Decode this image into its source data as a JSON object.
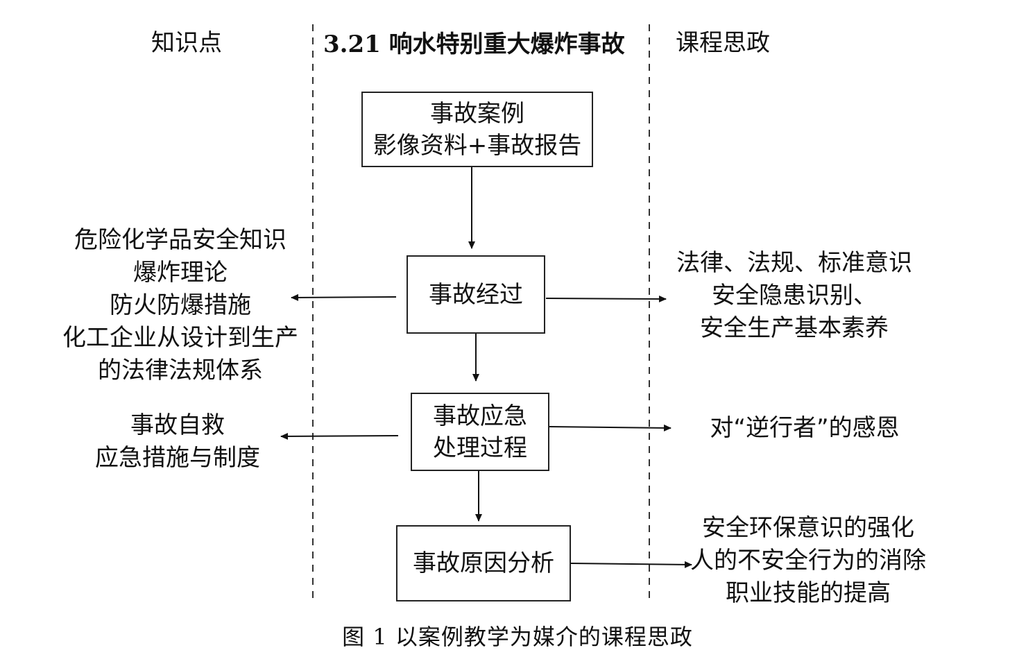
{
  "headers": {
    "left": "知识点",
    "center": "3.21 响水特别重大爆炸事故",
    "right": "课程思政"
  },
  "boxes": {
    "case": [
      "事故案例",
      "影像资料+事故报告"
    ],
    "process": [
      "事故经过"
    ],
    "emergency": [
      "事故应急",
      "处理过程"
    ],
    "cause": [
      "事故原因分析"
    ]
  },
  "knowledge": {
    "group1": [
      "危险化学品安全知识",
      "爆炸理论",
      "防火防爆措施",
      "化工企业从设计到生产",
      "的法律法规体系"
    ],
    "group2": [
      "事故自救",
      "应急措施与制度"
    ]
  },
  "ideology": {
    "group1": [
      "法律、法规、标准意识",
      "安全隐患识别、",
      "安全生产基本素养"
    ],
    "group2": [
      "对“逆行者”的感恩"
    ],
    "group3": [
      "安全环保意识的强化",
      "人的不安全行为的消除",
      "职业技能的提高"
    ]
  },
  "caption": "图 1  以案例教学为媒介的课程思政"
}
